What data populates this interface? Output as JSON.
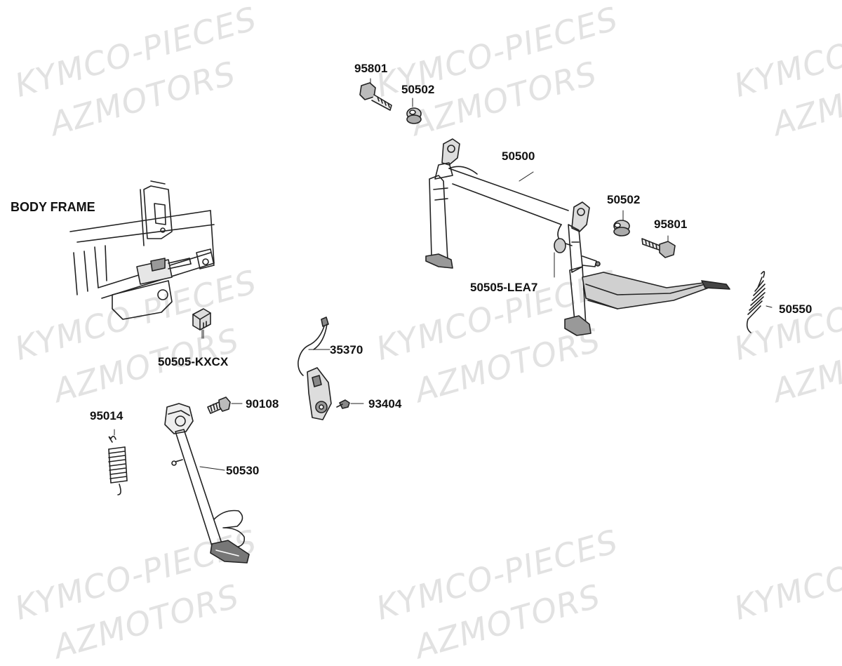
{
  "watermarks": [
    "KYMCO-PIECES",
    "AZMOTORS"
  ],
  "labels": {
    "body_frame": "BODY FRAME",
    "p95801_top": "95801",
    "p50502_top": "50502",
    "p50500": "50500",
    "p50502_right": "50502",
    "p95801_right": "95801",
    "p50505_lea7": "50505-LEA7",
    "p50550": "50550",
    "p35370": "35370",
    "p50505_kxcx": "50505-KXCX",
    "p90108": "90108",
    "p93404": "93404",
    "p95014": "95014",
    "p50530": "50530"
  },
  "colors": {
    "line": "#222222",
    "fill_dark": "#9a9a9a",
    "fill_mid": "#cfcfcf",
    "watermark": "#e2e2e2"
  }
}
